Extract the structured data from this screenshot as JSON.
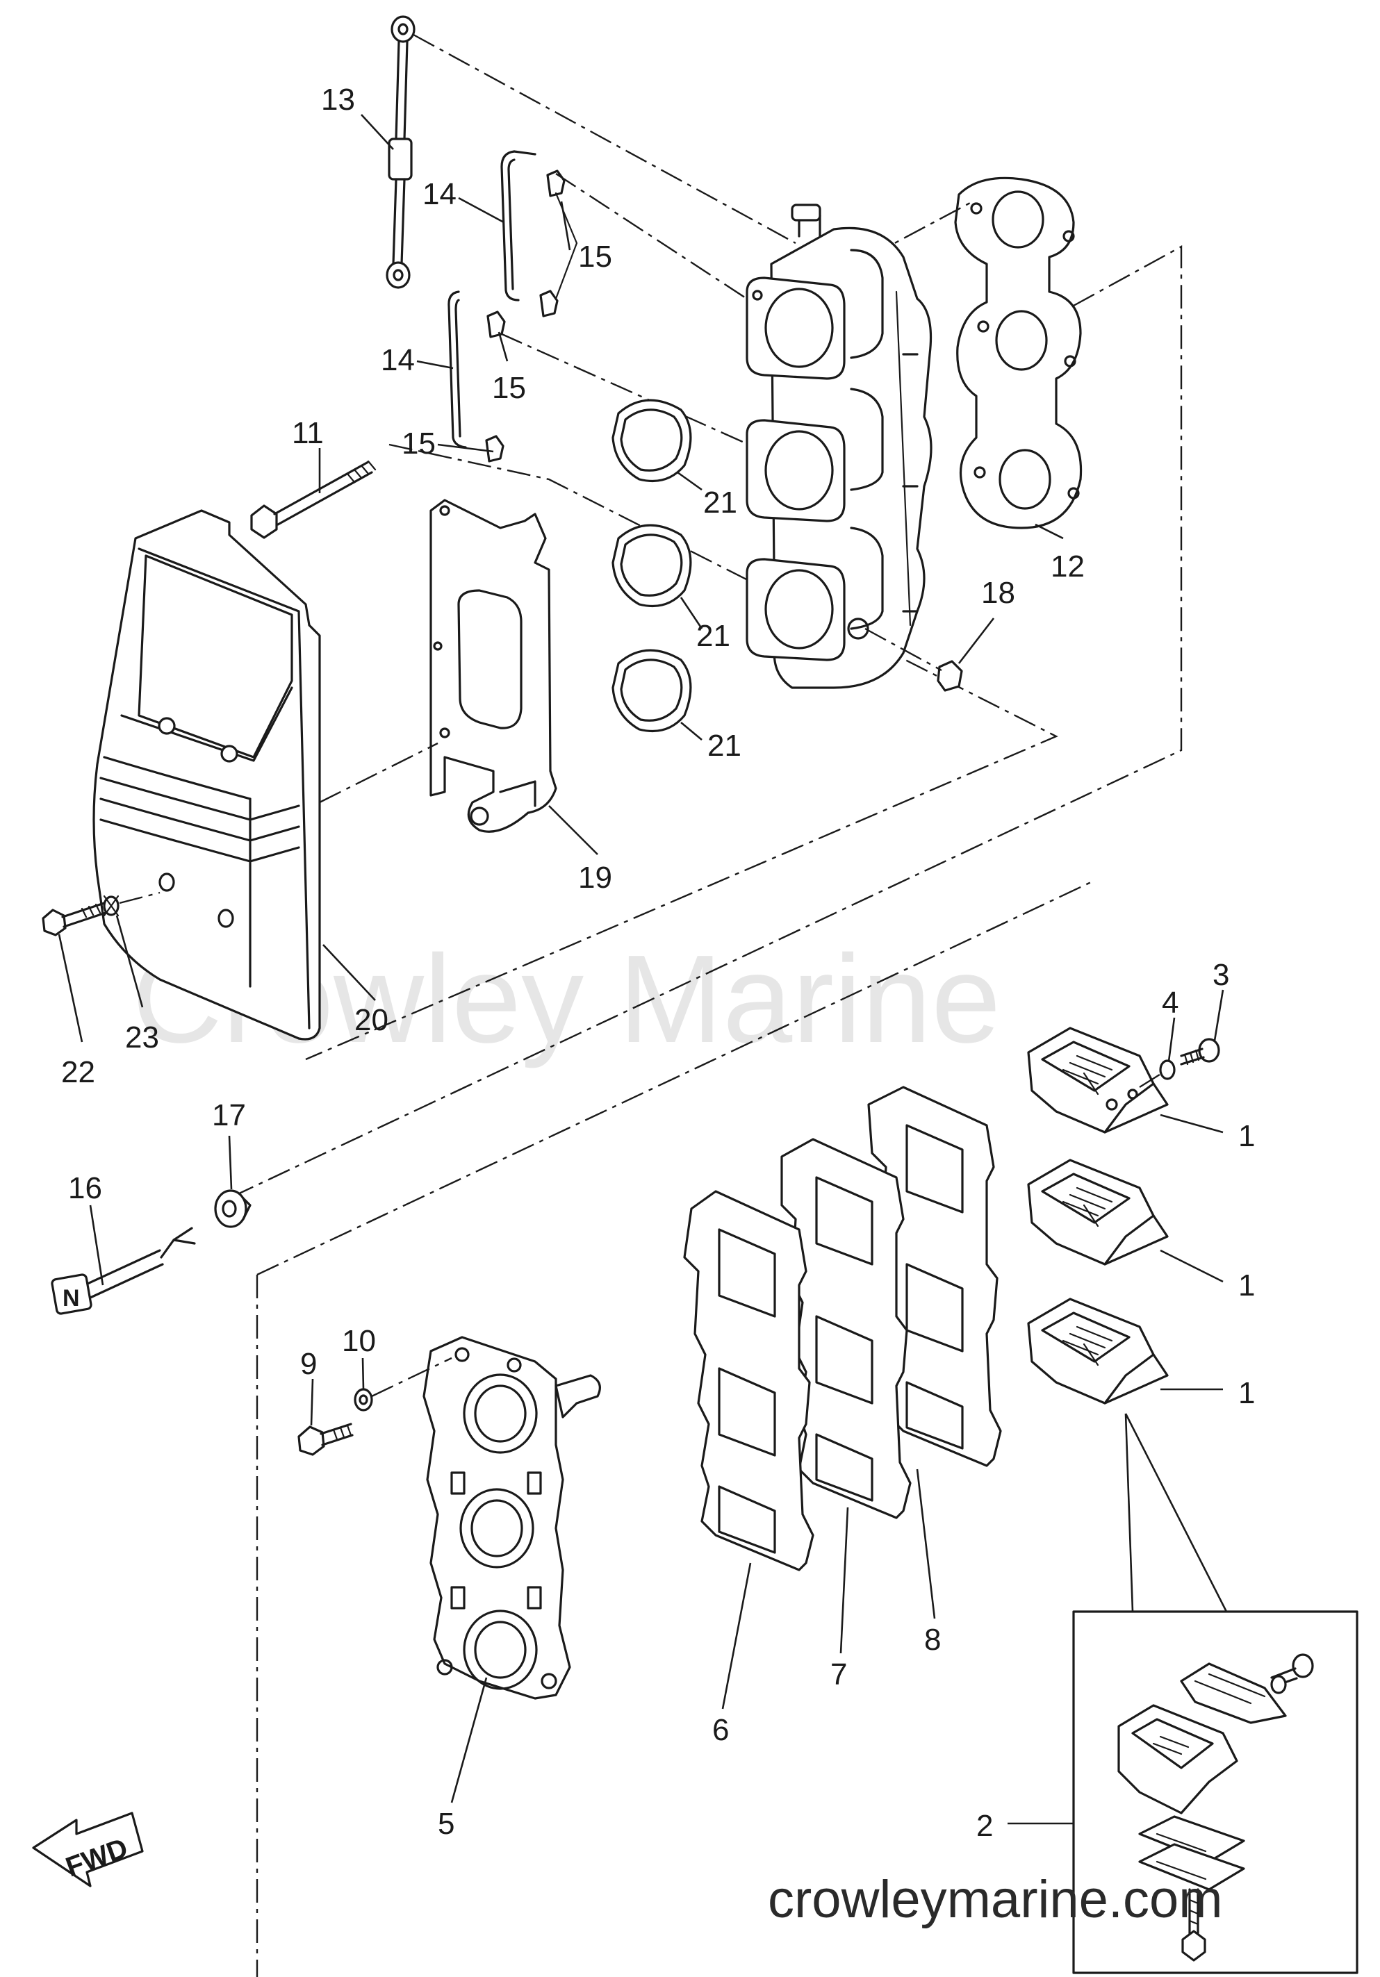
{
  "diagram": {
    "watermark": "Crowley Marine",
    "site_label": "crowleymarine.com",
    "direction_label": "FWD",
    "knob_letter": "N",
    "callouts": [
      {
        "id": "c13",
        "text": "13"
      },
      {
        "id": "c14a",
        "text": "14"
      },
      {
        "id": "c15a",
        "text": "15"
      },
      {
        "id": "c14b",
        "text": "14"
      },
      {
        "id": "c15b",
        "text": "15"
      },
      {
        "id": "c11",
        "text": "11"
      },
      {
        "id": "c15c",
        "text": "15"
      },
      {
        "id": "c21a",
        "text": "21"
      },
      {
        "id": "c12",
        "text": "12"
      },
      {
        "id": "c21b",
        "text": "21"
      },
      {
        "id": "c18",
        "text": "18"
      },
      {
        "id": "c21c",
        "text": "21"
      },
      {
        "id": "c19",
        "text": "19"
      },
      {
        "id": "c20",
        "text": "20"
      },
      {
        "id": "c22",
        "text": "22"
      },
      {
        "id": "c23",
        "text": "23"
      },
      {
        "id": "c3",
        "text": "3"
      },
      {
        "id": "c4",
        "text": "4"
      },
      {
        "id": "c1a",
        "text": "1"
      },
      {
        "id": "c17",
        "text": "17"
      },
      {
        "id": "c16",
        "text": "16"
      },
      {
        "id": "c1b",
        "text": "1"
      },
      {
        "id": "c10",
        "text": "10"
      },
      {
        "id": "c9",
        "text": "9"
      },
      {
        "id": "c1c",
        "text": "1"
      },
      {
        "id": "c8",
        "text": "8"
      },
      {
        "id": "c7",
        "text": "7"
      },
      {
        "id": "c6",
        "text": "6"
      },
      {
        "id": "c2",
        "text": "2"
      },
      {
        "id": "c5",
        "text": "5"
      }
    ]
  }
}
